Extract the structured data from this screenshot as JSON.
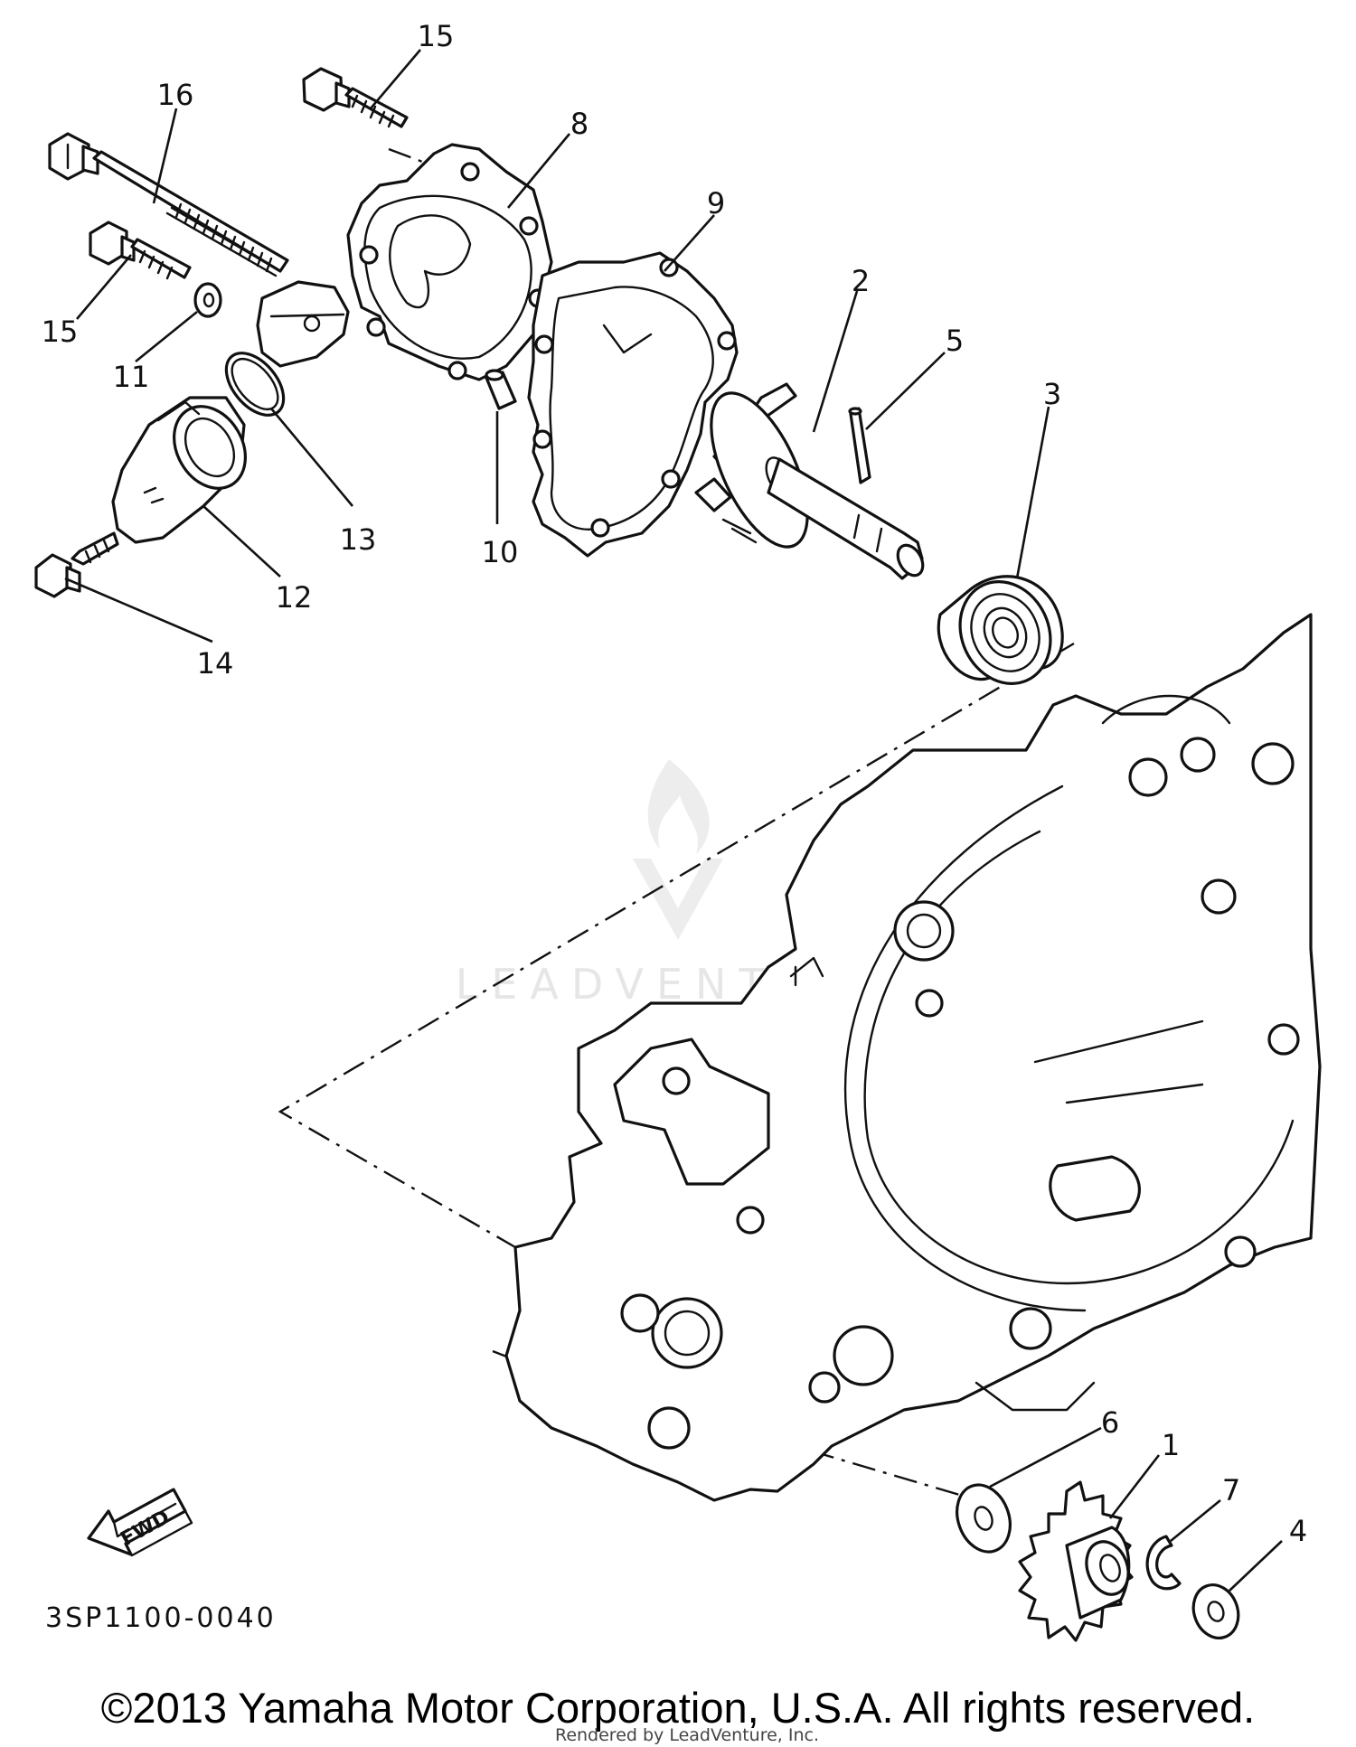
{
  "diagram": {
    "callouts": [
      "15",
      "16",
      "8",
      "9",
      "2",
      "5",
      "3",
      "15",
      "11",
      "13",
      "10",
      "12",
      "14",
      "6",
      "1",
      "7",
      "4"
    ],
    "direction_label": "FWD",
    "figure_code": "3SP1100-0040",
    "watermark": "LEADVENTURE",
    "copyright": "©2013 Yamaha Motor Corporation, U.S.A. All rights reserved.",
    "rendered_by": "Rendered by LeadVenture, Inc."
  }
}
